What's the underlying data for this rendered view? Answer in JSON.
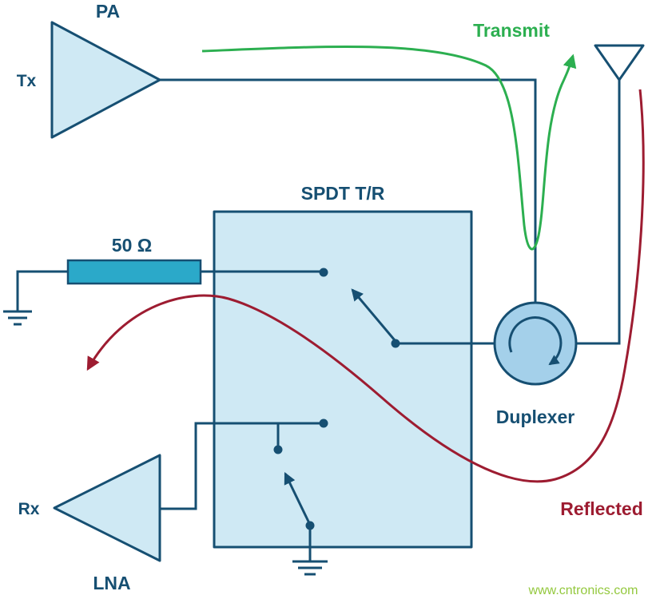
{
  "diagram": {
    "labels": {
      "pa": "PA",
      "tx": "Tx",
      "transmit": "Transmit",
      "spdt": "SPDT T/R",
      "resistor": "50 Ω",
      "duplexer": "Duplexer",
      "reflected": "Reflected",
      "rx": "Rx",
      "lna": "LNA"
    },
    "watermark": "www.cntronics.com",
    "colors": {
      "outline_blue": "#164f72",
      "component_fill": "#cfe9f4",
      "duplexer_fill": "#a4d0ea",
      "resistor_fill": "#2ba9c9",
      "transmit_green": "#2caf50",
      "reflected_red": "#9d1c31",
      "watermark_green": "#93c83d",
      "background": "#ffffff"
    }
  }
}
